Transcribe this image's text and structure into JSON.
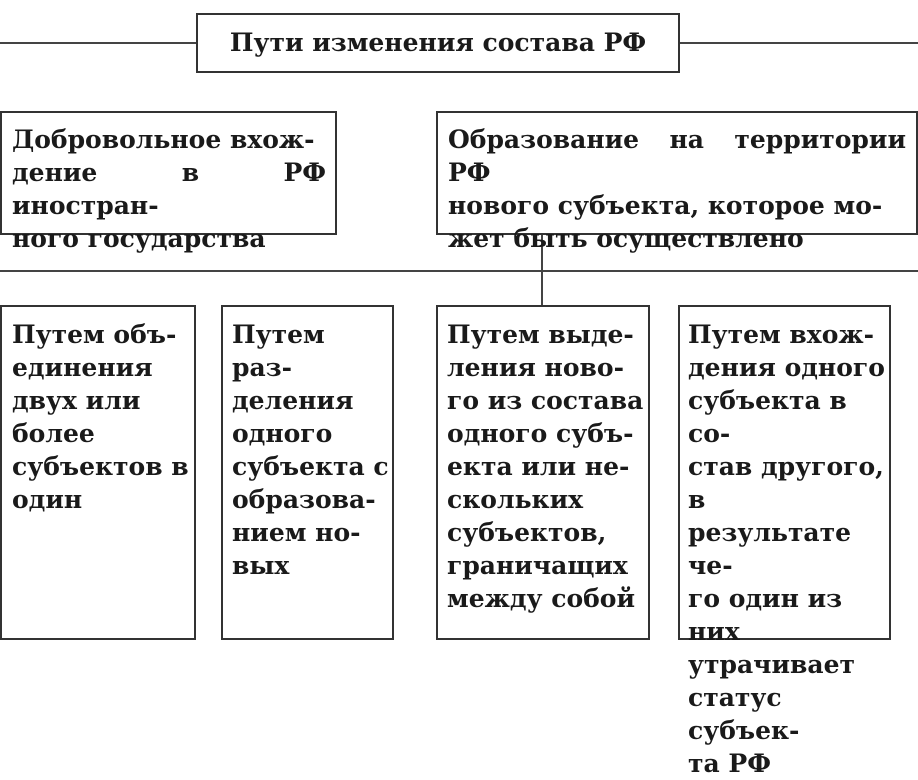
{
  "root": {
    "title": "Пути изменения состава РФ"
  },
  "ways": [
    {
      "text": "Добровольное вхож-\nдение в РФ иностран-\nного государства"
    },
    {
      "text": "Образование на территории РФ\nнового субъекта, которое мо-\nжет быть осуществлено"
    }
  ],
  "methods": [
    {
      "text": "Путем объ-\nединения\nдвух или\nболее\nсубъектов в\nодин"
    },
    {
      "text": "Путем раз-\nделения\nодного\nсубъекта с\nобразова-\nнием но-\nвых"
    },
    {
      "text": "Путем выде-\nления ново-\nго из состава\nодного субъ-\nекта или не-\nскольких\nсубъектов,\nграничащих\nмежду собой"
    },
    {
      "text": "Путем вхож-\nдения одного\nсубъекта в со-\nстав другого, в\nрезультате че-\nго один из них\nутрачивает\nстатус субъек-\nта РФ"
    }
  ]
}
